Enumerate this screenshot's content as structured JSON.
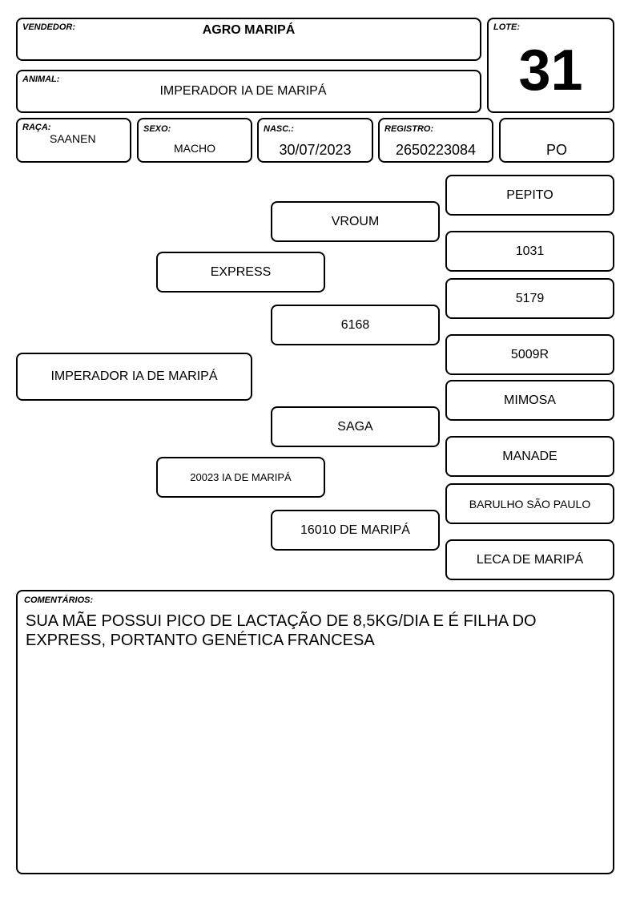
{
  "header": {
    "vendedor": {
      "label": "VENDEDOR:",
      "value": "AGRO MARIPÁ"
    },
    "lote": {
      "label": "LOTE:",
      "value": "31"
    },
    "animal": {
      "label": "ANIMAL:",
      "value": "IMPERADOR IA DE MARIPÁ"
    }
  },
  "info": {
    "raca": {
      "label": "RAÇA:",
      "value": "SAANEN"
    },
    "sexo": {
      "label": "SEXO:",
      "value": "MACHO"
    },
    "nasc": {
      "label": "NASC.:",
      "value": "30/07/2023"
    },
    "registro": {
      "label": "REGISTRO:",
      "value": "2650223084"
    },
    "categoria": {
      "value": "PO"
    }
  },
  "pedigree": {
    "animal": "IMPERADOR IA DE MARIPÁ",
    "pai": "EXPRESS",
    "mae": "20023 IA DE MARIPÁ",
    "avo_paterno": "VROUM",
    "avo_paterna": "6168",
    "avo_materno": "SAGA",
    "avo_materna": "16010 DE MARIPÁ",
    "bisavos": [
      "PEPITO",
      "1031",
      "5179",
      "5009R",
      "MIMOSA",
      "MANADE",
      "BARULHO SÃO PAULO",
      "LECA DE MARIPÁ"
    ]
  },
  "comentarios": {
    "label": "COMENTÁRIOS:",
    "text": "SUA MÃE POSSUI PICO DE LACTAÇÃO DE 8,5KG/DIA E É FILHA DO EXPRESS, PORTANTO GENÉTICA FRANCESA"
  }
}
